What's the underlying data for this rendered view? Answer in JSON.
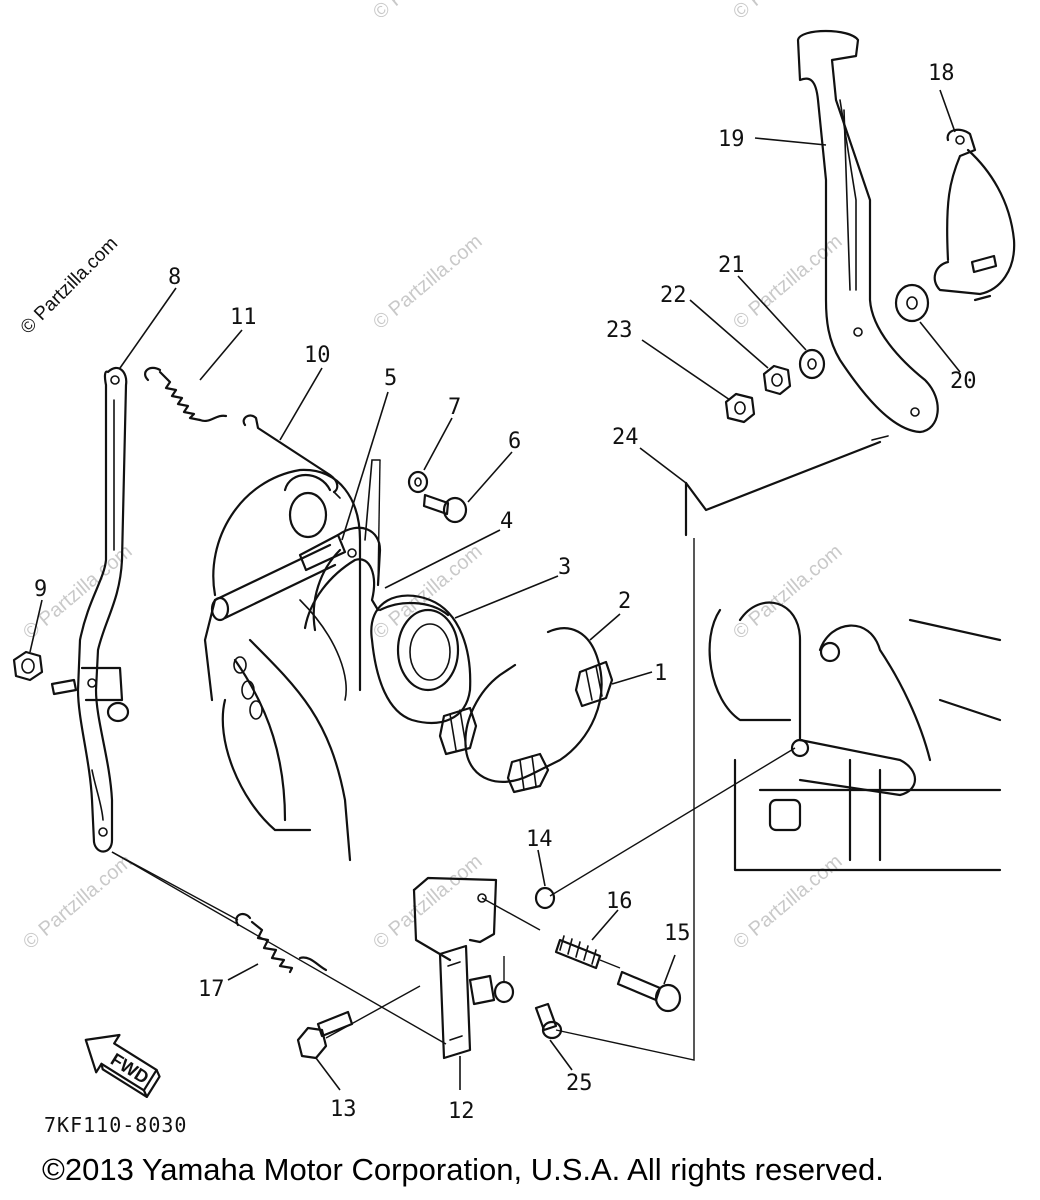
{
  "watermarks": {
    "side": "© Partzilla.com",
    "tile": "© Partzilla.com"
  },
  "callouts": [
    "1",
    "2",
    "3",
    "4",
    "5",
    "6",
    "7",
    "8",
    "9",
    "10",
    "11",
    "12",
    "13",
    "14",
    "15",
    "16",
    "17",
    "18",
    "19",
    "20",
    "21",
    "22",
    "23",
    "24",
    "25"
  ],
  "fwd_label": "FWD",
  "diagram_code": "7KF110-8030",
  "copyright": "©2013 Yamaha Motor Corporation, U.S.A. All rights reserved."
}
